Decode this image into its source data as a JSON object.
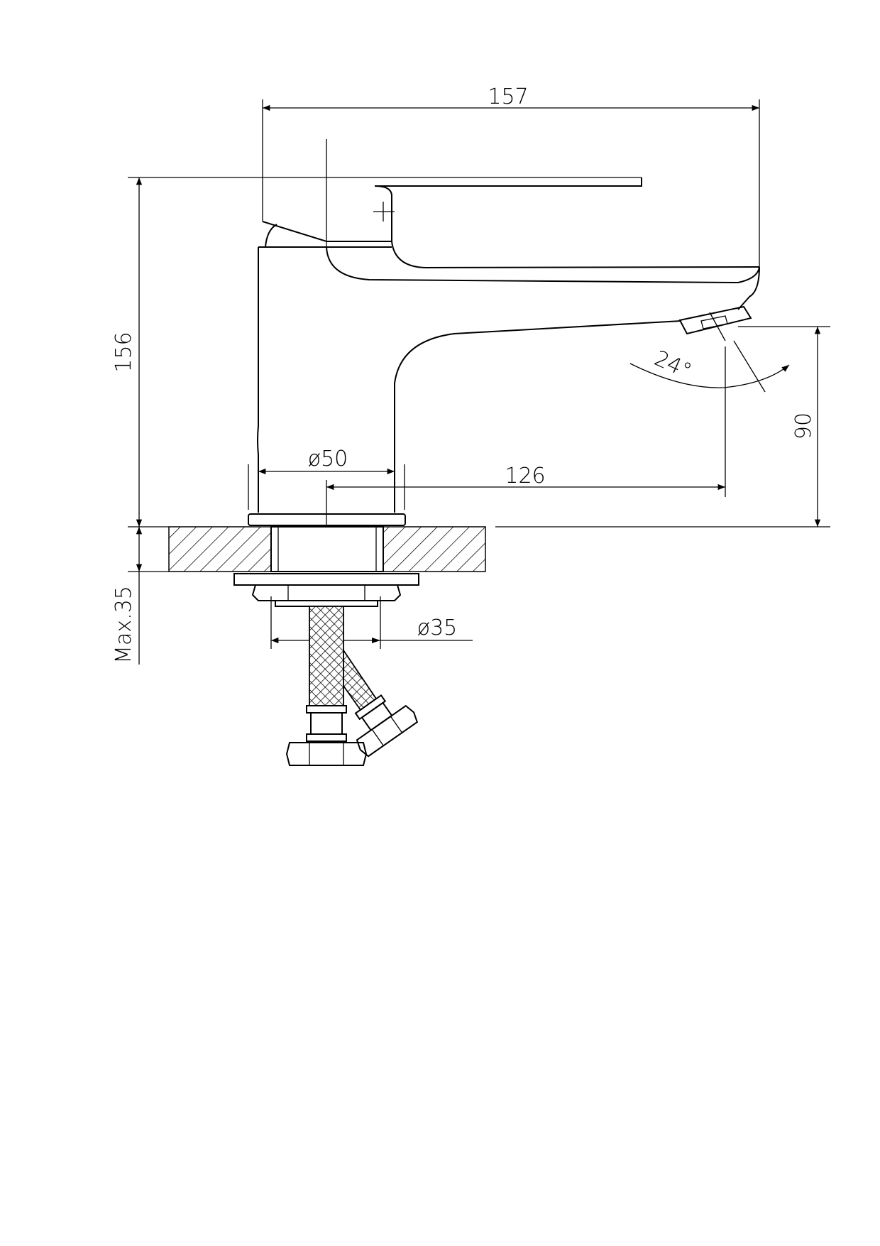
{
  "drawing": {
    "title_dimension_width": "157",
    "height_total": "156",
    "spout_height": "90",
    "spout_reach": "126",
    "body_diameter": "ø50",
    "shank_diameter": "ø35",
    "max_counter_thickness": "Max.35",
    "spout_angle": "24°"
  }
}
